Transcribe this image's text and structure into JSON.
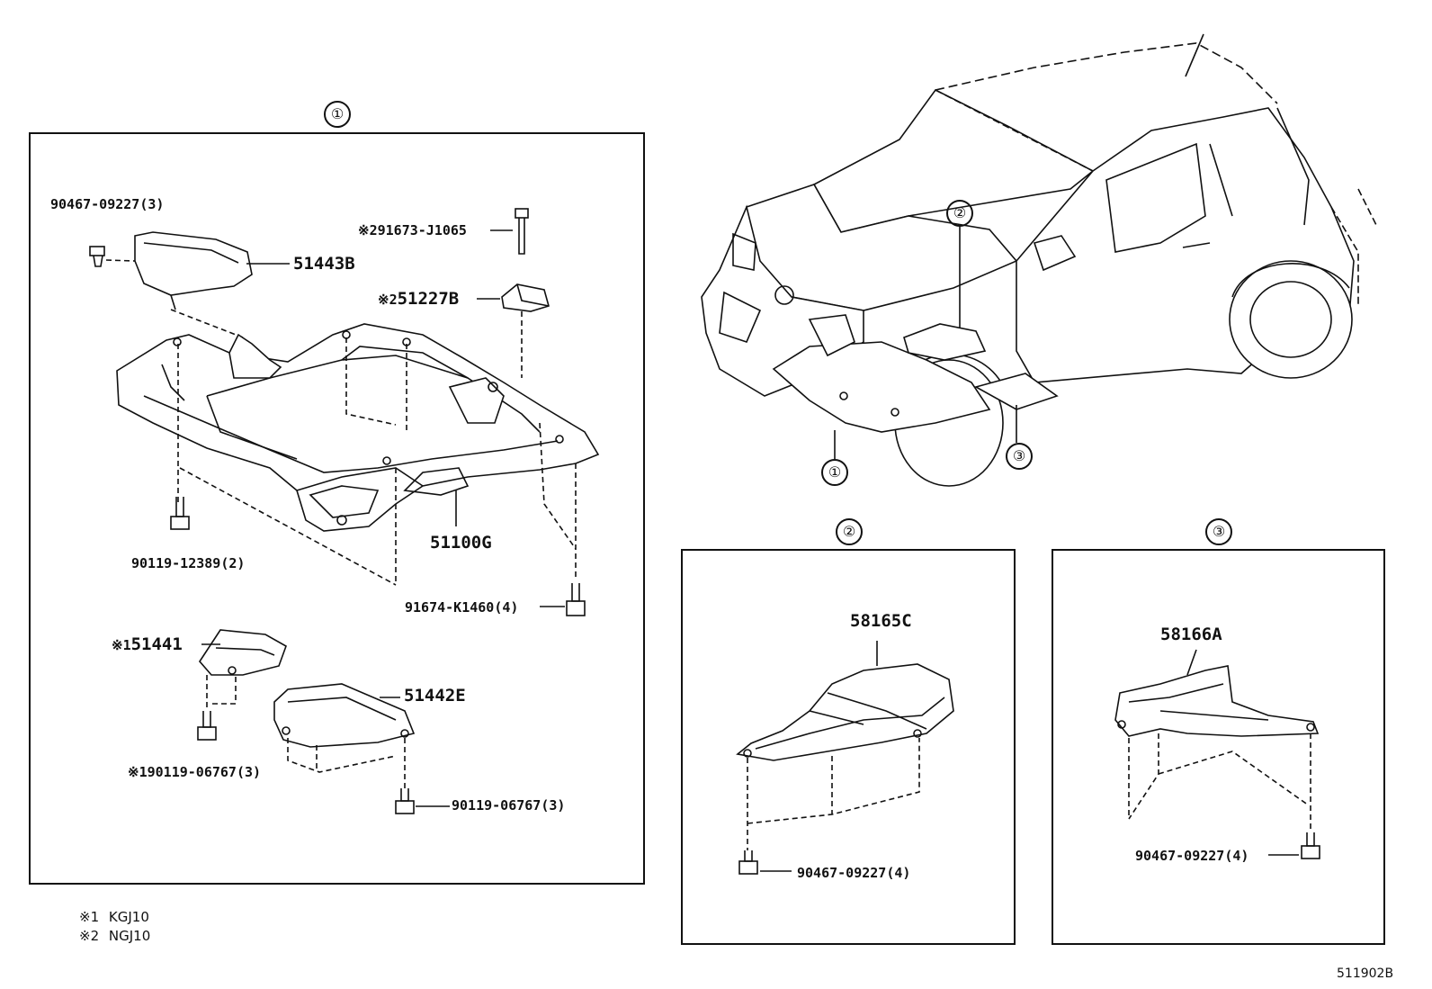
{
  "section_markers": [
    "①",
    "②",
    "③"
  ],
  "note_mark_1": "※1",
  "note_mark_2": "※2",
  "panel1": {
    "label": "①",
    "parts": {
      "p90467_top": "90467-09227(3)",
      "p51443B": "51443B",
      "p91673": "91673-J1065",
      "p51227B": "51227B",
      "p51100G": "51100G",
      "p90119_12389": "90119-12389(2)",
      "p91674": "91674-K1460(4)",
      "p51441": "51441",
      "p51442E": "51442E",
      "p90119_06767_a": "90119-06767(3)",
      "p90119_06767_b": "90119-06767(3)"
    }
  },
  "panel2": {
    "label": "②",
    "parts": {
      "p58165C": "58165C",
      "p90467": "90467-09227(4)"
    }
  },
  "panel3": {
    "label": "③",
    "parts": {
      "p58166A": "58166A",
      "p90467": "90467-09227(4)"
    }
  },
  "vehicle_callouts": [
    "①",
    "②",
    "③"
  ],
  "legend": [
    {
      "mark": "※1",
      "code": "KGJ10"
    },
    {
      "mark": "※2",
      "code": "NGJ10"
    }
  ],
  "diagram_id": "511902B"
}
